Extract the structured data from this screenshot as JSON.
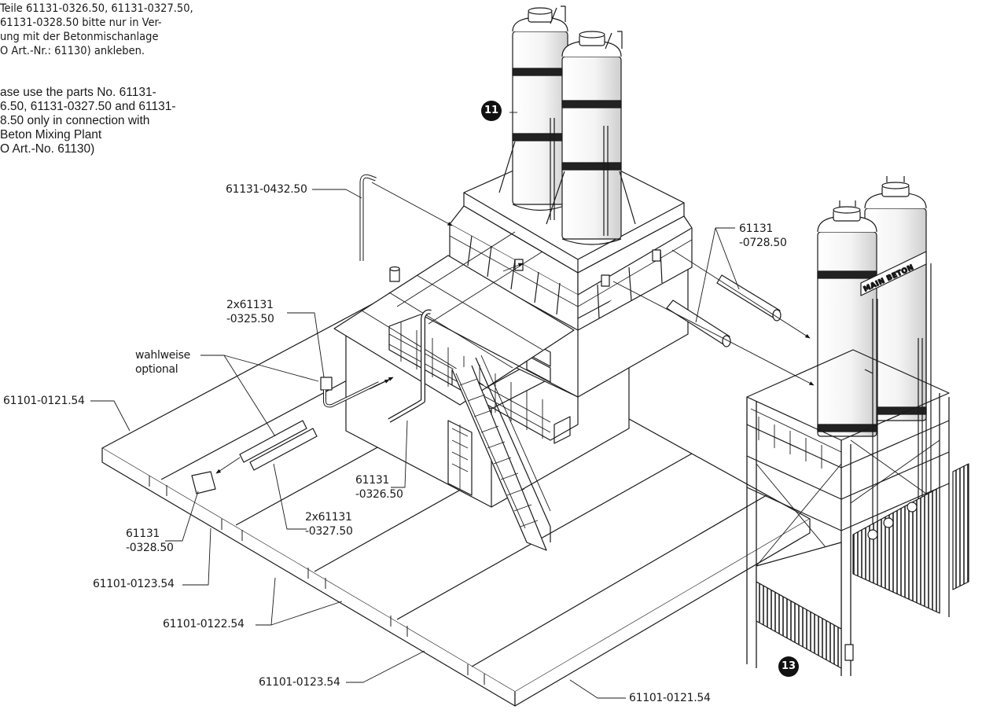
{
  "note_de": [
    "Teile 61131-0326.50, 61131-0327.50,",
    "61131-0328.50 bitte nur in Ver-",
    "ung mit der Betonmischanlage",
    "O Art.-Nr.: 61130) ankleben."
  ],
  "note_en": [
    "ase use the parts No. 61131-",
    "6.50, 61131-0327.50 and 61131-",
    "8.50  only in connection with",
    "Beton Mixing Plant",
    "O Art.-No. 61130)"
  ],
  "labels": {
    "p0432": "61131-0432.50",
    "p0728_a": "61131",
    "p0728_b": "-0728.50",
    "p0325_a": "2x61131",
    "p0325_b": "-0325.50",
    "opt_a": "wahlweise",
    "opt_b": "optional",
    "b121_left": "61101-0121.54",
    "p0326_a": "61131",
    "p0326_b": "-0326.50",
    "p0327_a": "2x61131",
    "p0327_b": "-0327.50",
    "p0328_a": "61131",
    "p0328_b": "-0328.50",
    "b123_left": "61101-0123.54",
    "b122": "61101-0122.54",
    "b123_bottom": "61101-0123.54",
    "b121_bottom": "61101-0121.54"
  },
  "badges": {
    "silo": "11",
    "tower": "13"
  },
  "sign_text": "MAIN BETON"
}
